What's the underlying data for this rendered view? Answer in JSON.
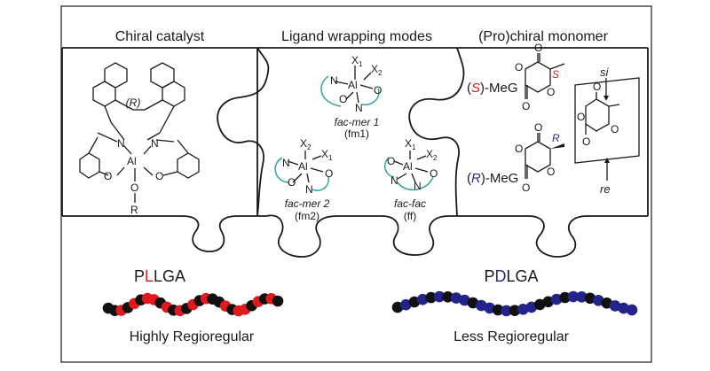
{
  "colors": {
    "red_accent": "#e0191e",
    "blue_accent": "#2a2a8c",
    "ligand_arc": "#3aa8a0",
    "ink": "#1a1a1a",
    "red_bead": "#e0191e",
    "blue_bead": "#23238c",
    "black_bead": "#111111"
  },
  "panels": {
    "left": {
      "title": "Chiral catalyst"
    },
    "middle": {
      "title": "Ligand wrapping modes"
    },
    "right": {
      "title": "(Pro)chiral monomer"
    }
  },
  "catalyst": {
    "stereo_label": "(R)",
    "atoms": {
      "n_left": "N",
      "n_right": "N",
      "al": "Al",
      "o_left": "O",
      "o_right": "O",
      "o_bottom": "O",
      "r_group": "R"
    }
  },
  "modes": {
    "fm1": {
      "name": "fac-mer 1",
      "abbr": "(fm1)",
      "x1": "X",
      "x2": "X",
      "sub1": "1",
      "sub2": "2",
      "al": "Al",
      "n": "N",
      "o": "O"
    },
    "fm2": {
      "name": "fac-mer 2",
      "abbr": "(fm2)",
      "x1": "X",
      "x2": "X",
      "sub1": "1",
      "sub2": "2",
      "al": "Al",
      "n": "N",
      "o": "O"
    },
    "ff": {
      "name": "fac-fac",
      "abbr": "(ff)",
      "x1": "X",
      "x2": "X",
      "sub1": "1",
      "sub2": "2",
      "al": "Al",
      "n": "N",
      "o": "O"
    }
  },
  "monomers": {
    "s_meg": {
      "open": "(",
      "letter": "S",
      "close": ")-MeG",
      "stereo": "S",
      "o": "O"
    },
    "r_meg": {
      "open": "(",
      "letter": "R",
      "close": ")-MeG",
      "stereo": "R",
      "o": "O"
    },
    "faces": {
      "si": "si",
      "re": "re",
      "o": "O"
    }
  },
  "polymers": {
    "pllga": {
      "prefix": "P",
      "mid": "L",
      "suffix": "LGA",
      "caption": "Highly Regioregular",
      "beads": [
        "k",
        "k",
        "r",
        "k",
        "r",
        "k",
        "r",
        "r",
        "k",
        "r",
        "k",
        "r",
        "k",
        "r",
        "k",
        "r",
        "k",
        "k",
        "r",
        "k",
        "r",
        "r",
        "k",
        "r",
        "k",
        "r",
        "k"
      ]
    },
    "pdlga": {
      "prefix": "P",
      "mid": "D",
      "suffix": "LGA",
      "caption": "Less Regioregular",
      "beads": [
        "k",
        "b",
        "k",
        "b",
        "k",
        "b",
        "k",
        "b",
        "b",
        "k",
        "b",
        "b",
        "k",
        "b",
        "k",
        "b",
        "b",
        "k",
        "k",
        "b",
        "k",
        "b",
        "b",
        "k",
        "b",
        "k",
        "b",
        "b",
        "b"
      ]
    }
  }
}
